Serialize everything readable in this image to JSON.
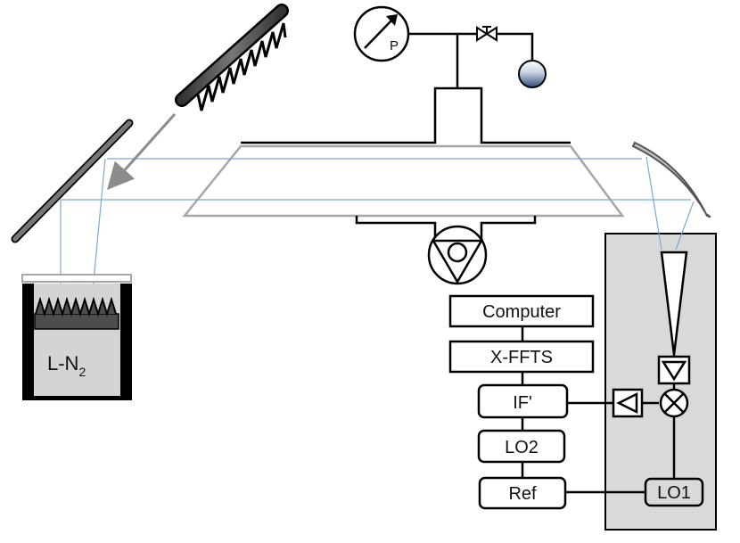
{
  "gauge": {
    "label": "P"
  },
  "cryo": {
    "label": "L-N",
    "subscript": "2"
  },
  "boxes": {
    "computer": "Computer",
    "xffts": "X-FFTS",
    "if": "IF'",
    "lo2": "LO2",
    "ref": "Ref",
    "lo1": "LO1"
  },
  "colors": {
    "beam": "#7da7d9",
    "receiver_panel": "#d9d9d9",
    "load_fill": "#d4d4d4",
    "absorber": "#4d4d4d",
    "reservoir_top": "#ffffff",
    "reservoir_bottom": "#2c4a75"
  }
}
